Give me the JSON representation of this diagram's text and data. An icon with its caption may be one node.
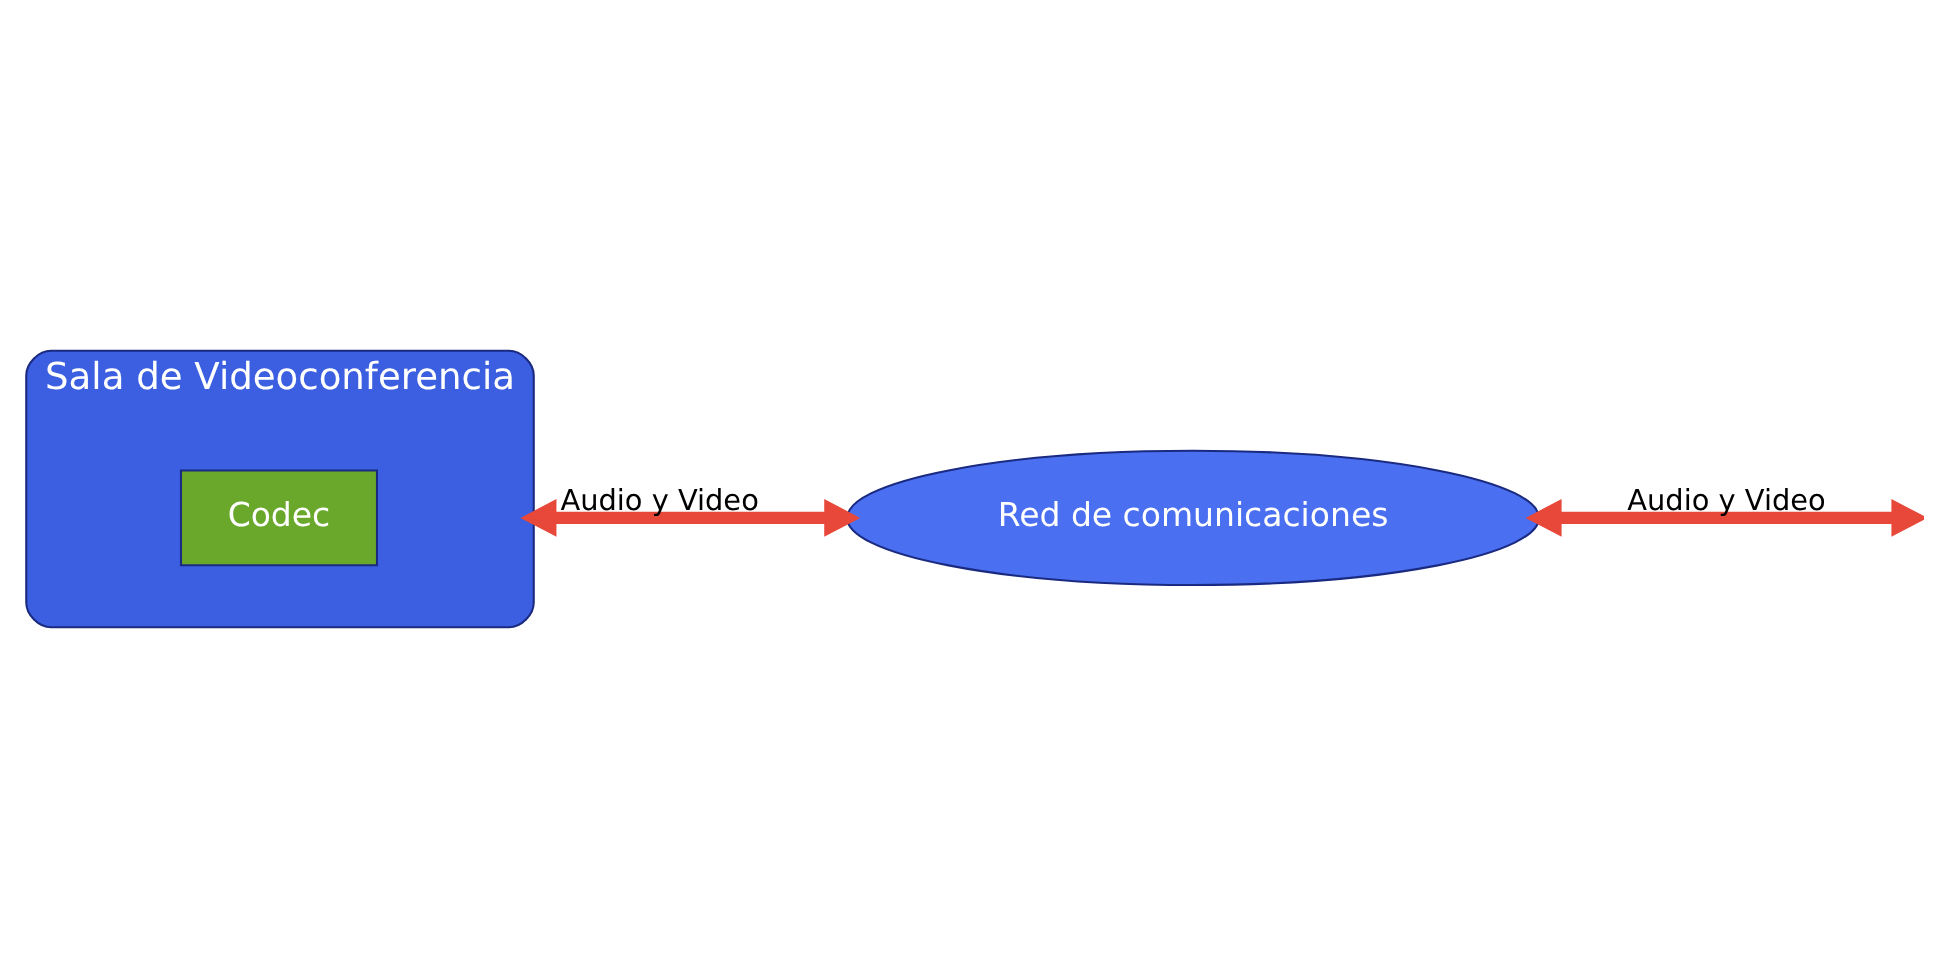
{
  "diagram": {
    "nodes": [
      {
        "text": [
          "Sala de Videoconferencia"
        ]
      },
      {
        "text": [
          "Codec"
        ],
        "in": 0
      },
      {
        "text": [
          "Red de comunicaciones"
        ]
      }
    ],
    "edges": [
      {
        "from": 0,
        "to": 2,
        "arrow": "both",
        "label": "Audio y Video"
      },
      {
        "from": 2,
        "to": null,
        "arrow": "both",
        "label": "Audio y Video"
      }
    ]
  }
}
